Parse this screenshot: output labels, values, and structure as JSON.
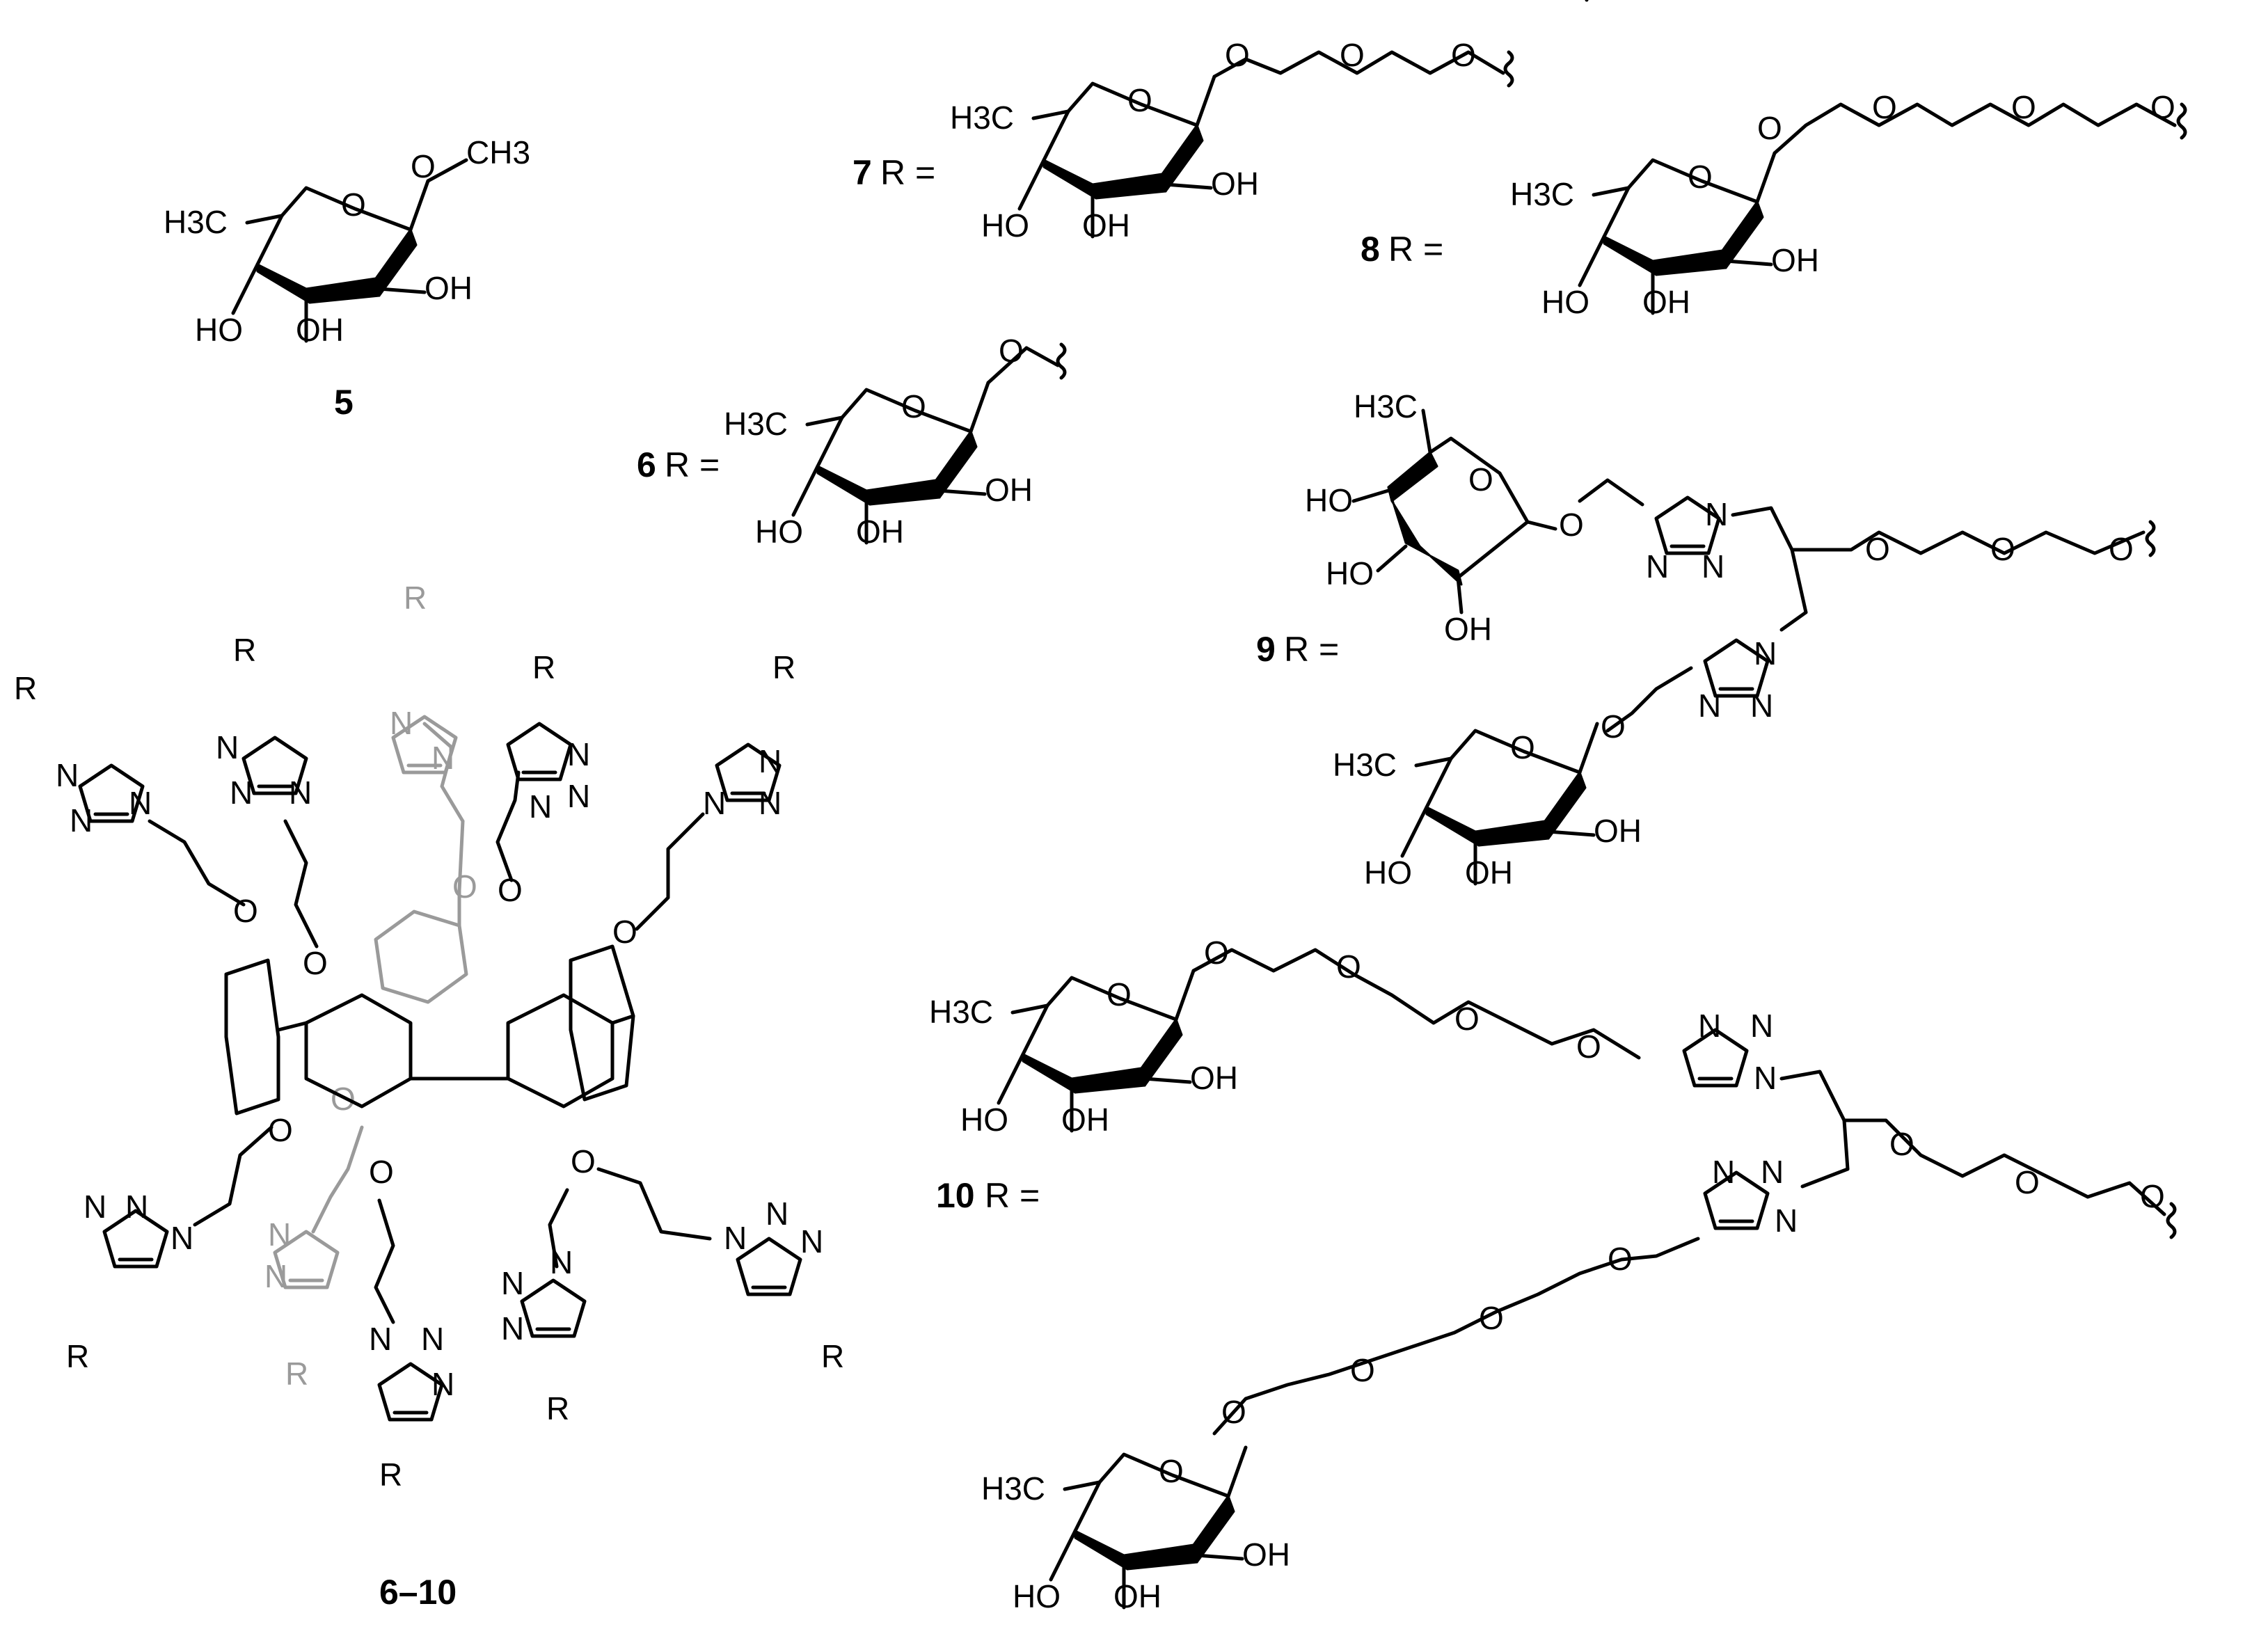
{
  "labels": {
    "cpd5": "5",
    "cpd6": "6",
    "cpd7": "7",
    "cpd8": "8",
    "cpd9": "9",
    "cpd10": "10",
    "core": "6–10",
    "r_equals": "R ="
  },
  "atoms": {
    "methyl_ome": "CH3",
    "ring_o": "O",
    "oh_right": "OH",
    "ho_left": "HO",
    "h3c": "H3C",
    "ether_o": "O",
    "r": "R",
    "n": "N"
  },
  "colors": {
    "ink": "#000000",
    "back_face": "#9a9a9a"
  }
}
